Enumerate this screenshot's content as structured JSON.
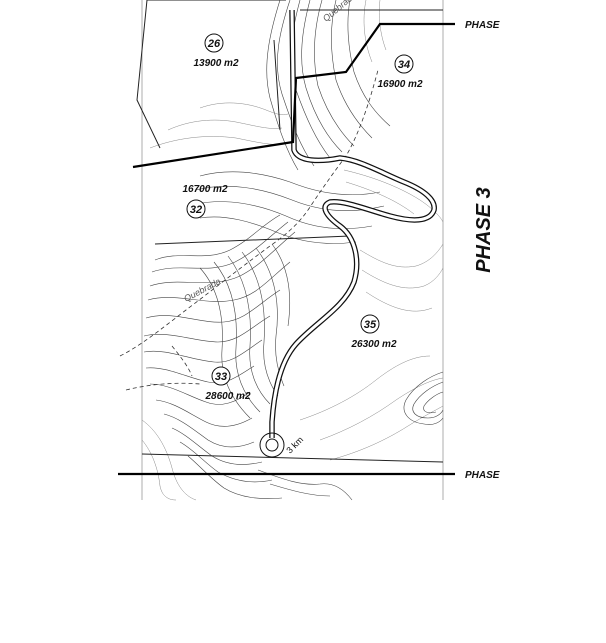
{
  "map": {
    "phase_big_label": "PHASE 3",
    "phase_line_labels": [
      "PHASE",
      "PHASE"
    ],
    "streams": [
      "Quebrada",
      "Quebrada"
    ],
    "road_label": "3 km",
    "lots": [
      {
        "number": "26",
        "area": "13900 m2"
      },
      {
        "number": "34",
        "area": "16900 m2"
      },
      {
        "number": "32",
        "area": "16700 m2"
      },
      {
        "number": "35",
        "area": "26300 m2"
      },
      {
        "number": "33",
        "area": "28600 m2"
      }
    ]
  }
}
